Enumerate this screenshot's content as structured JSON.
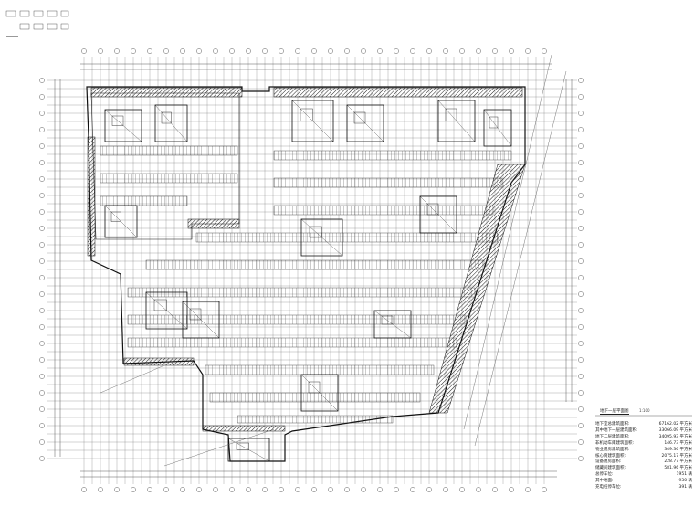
{
  "plan_title": "地下一层平面图",
  "plan_scale": "1:100",
  "stats": [
    {
      "label": "地下室总建筑面积:",
      "value": "67162.02",
      "unit": "平方米"
    },
    {
      "label": "其中地下一层建筑面积:",
      "value": "33066.09",
      "unit": "平方米"
    },
    {
      "label": "地下二层建筑面积:",
      "value": "34095.93",
      "unit": "平方米"
    },
    {
      "label": "非机动车库建筑面积:",
      "value": "146.73",
      "unit": "平方米"
    },
    {
      "label": "物业用房建筑面积:",
      "value": "349.36",
      "unit": "平方米"
    },
    {
      "label": "核心筒建筑面积:",
      "value": "2075.17",
      "unit": "平方米"
    },
    {
      "label": "设备用房面积:",
      "value": "228.77",
      "unit": "平方米"
    },
    {
      "label": "储藏间建筑面积:",
      "value": "581.96",
      "unit": "平方米"
    },
    {
      "label": "总停车位:",
      "value": "1951",
      "unit": "辆"
    },
    {
      "label": "其中地面:",
      "value": "930",
      "unit": "辆"
    },
    {
      "label": "充电桩停车位:",
      "value": "391",
      "unit": "辆"
    }
  ],
  "colors": {
    "line": "#3a3a3a",
    "grid": "#6d6d6d",
    "hatch": "#202020",
    "wall": "#111111",
    "paper": "#ffffff"
  }
}
